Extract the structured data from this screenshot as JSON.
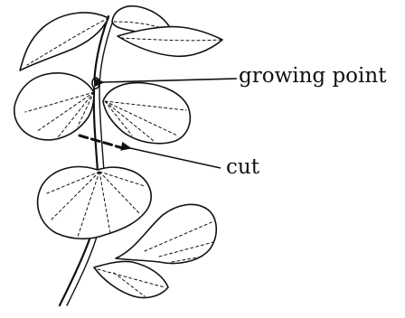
{
  "figure": {
    "labels": {
      "growing_point": "growing point",
      "cut": "cut"
    },
    "icons": {
      "plant": "plant-stem-with-leaves-illustration",
      "arrow_growing_point": "left-arrow",
      "arrow_cut": "left-arrow",
      "cut_line": "dashed-cut-line"
    },
    "colors": {
      "ink": "#111111",
      "background": "#ffffff"
    }
  }
}
